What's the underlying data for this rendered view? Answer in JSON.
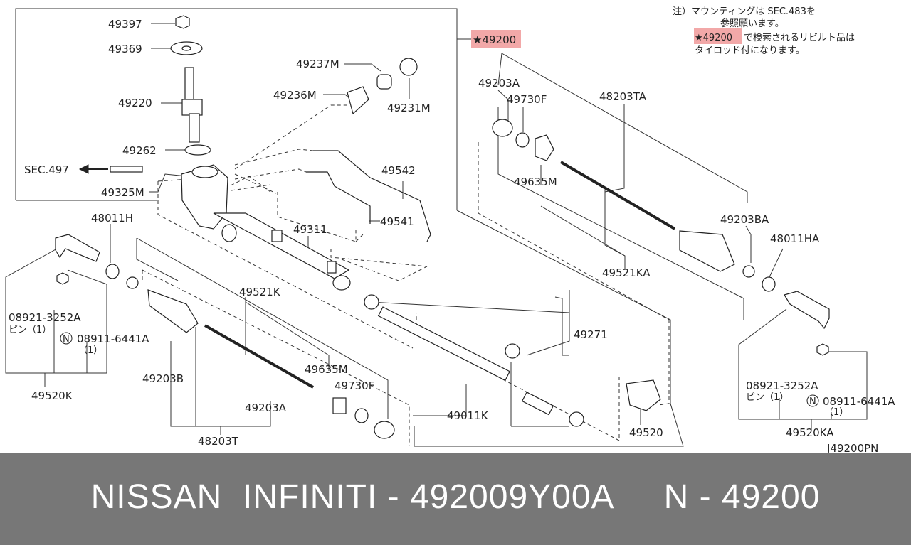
{
  "colors": {
    "highlight": "#f2a8a8",
    "star": "#c00000",
    "footer_bg": "#777777",
    "footer_text": "#ffffff"
  },
  "note": {
    "line1": "注）マウンティングは SEC.483を",
    "line2": "参照願います。",
    "line3_ref": "★49200",
    "line3_rest": "で検索されるリビルト品は",
    "line4": "タイロッド付になります。"
  },
  "labels": {
    "p49200": "★49200",
    "p49397": "49397",
    "p49369": "49369",
    "p49220": "49220",
    "p49262": "49262",
    "sec497": "SEC.497",
    "p49325M": "49325M",
    "p49237M": "49237M",
    "p49236M": "49236M",
    "p49231M": "49231M",
    "p49542": "49542",
    "p49541": "49541",
    "p49311": "49311",
    "p48011H": "48011H",
    "p49203A_r": "49203A",
    "p49730F_r": "49730F",
    "p48203TA": "48203TA",
    "p49635M_r": "49635M",
    "p49203BA": "49203BA",
    "p48011HA": "48011HA",
    "p49521KA": "49521KA",
    "p49521K": "49521K",
    "p49271": "49271",
    "p08921_l": "08921-3252A",
    "pin_l": "ピン（1）",
    "p08911_l": "08911-6441A",
    "qty_l": "（1）",
    "p49520K": "49520K",
    "p49203B": "49203B",
    "p49635M_l": "49635M",
    "p49730F_l": "49730F",
    "p49203A_l": "49203A",
    "p48203T": "48203T",
    "p49011K": "49011K",
    "p49520": "49520",
    "p08921_r": "08921-3252A",
    "pin_r": "ピン（1）",
    "p08911_r": "08911-6441A",
    "qty_r": "（1）",
    "p49520KA": "49520KA",
    "N_mark": "N",
    "diagram_id": "J49200PN"
  },
  "footer": {
    "text": "NISSAN  INFINITI - 492009Y00A     N - 49200"
  }
}
